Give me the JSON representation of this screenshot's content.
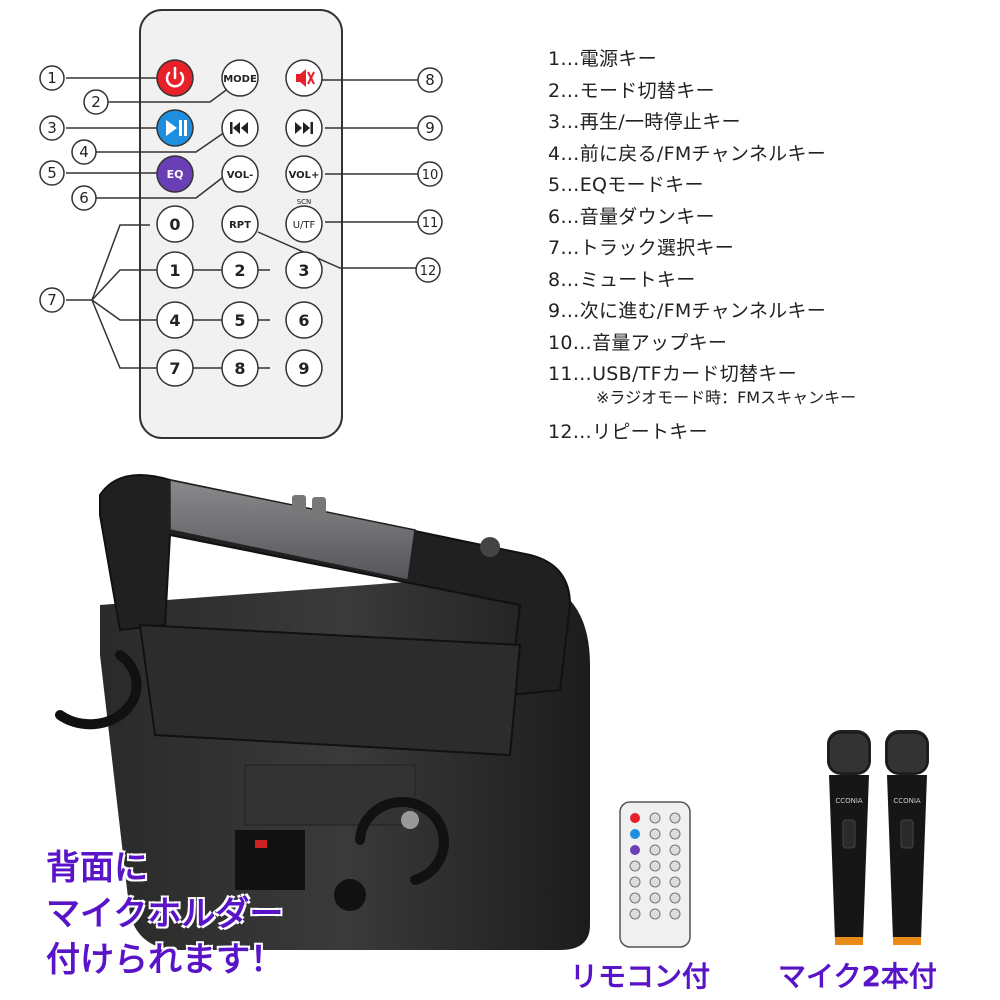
{
  "remote": {
    "buttons": {
      "mode": "MODE",
      "eq": "EQ",
      "vol_down": "VOL-",
      "vol_up": "VOL+",
      "rpt": "RPT",
      "utf": "U/TF",
      "scan": "SCN",
      "numbers": [
        "0",
        "1",
        "2",
        "3",
        "4",
        "5",
        "6",
        "7",
        "8",
        "9"
      ]
    },
    "callouts": [
      "1",
      "2",
      "3",
      "4",
      "5",
      "6",
      "7",
      "8",
      "9",
      "10",
      "11",
      "12"
    ]
  },
  "legend": {
    "items": [
      "1…電源キー",
      "2…モード切替キー",
      "3…再生/一時停止キー",
      "4…前に戻る/FMチャンネルキー",
      "5…EQモードキー",
      "6…音量ダウンキー",
      "7…トラック選択キー",
      "8…ミュートキー",
      "9…次に進む/FMチャンネルキー",
      "10…音量アップキー",
      "11…USB/TFカード切替キー"
    ],
    "note": "※ラジオモード時：FMスキャンキー",
    "last": "12…リピートキー"
  },
  "promo": {
    "line1": "背面に",
    "line2": "マイクホルダー",
    "line3": "付けられます！"
  },
  "captions": {
    "remote": "リモコン付",
    "mics": "マイク2本付"
  },
  "mic_brand": "CCONIA",
  "colors": {
    "accent_text": "#5a14c8",
    "power": "#e8202a",
    "play": "#1e8fe0",
    "eq": "#6a3fb5"
  }
}
